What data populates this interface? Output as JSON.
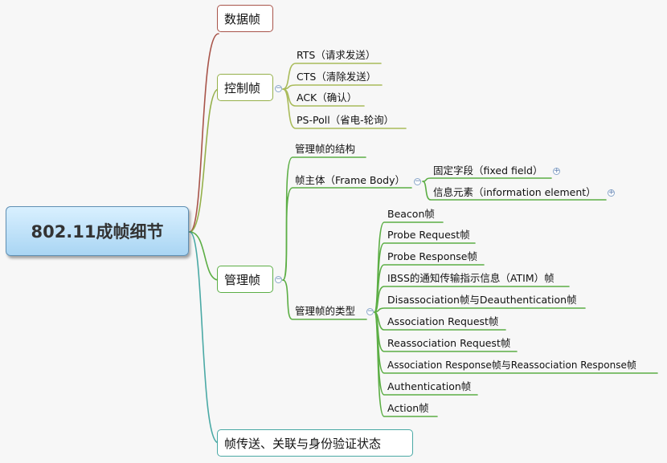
{
  "root": {
    "title": "802.11成帧细节"
  },
  "branches": {
    "data_frames": {
      "label": "数据帧",
      "color": "#a8544a"
    },
    "control_frames": {
      "label": "控制帧",
      "color": "#95b04a",
      "items": [
        "RTS（请求发送）",
        "CTS（清除发送）",
        "ACK（确认）",
        "PS-Poll（省电-轮询）"
      ]
    },
    "management_frames": {
      "label": "管理帧",
      "color": "#5cae45",
      "structure": "管理帧的结构",
      "frame_body": {
        "label": "帧主体（Frame Body）",
        "items": [
          "固定字段（fixed field）",
          "信息元素（information element）"
        ]
      },
      "types": {
        "label": "管理帧的类型",
        "items": [
          "Beacon帧",
          "Probe Request帧",
          "Probe Response帧",
          "IBSS的通知传输指示信息（ATIM）帧",
          "Disassociation帧与Deauthentication帧",
          "Association Request帧",
          "Reassociation Request帧",
          "Association Response帧与Reassociation Response帧",
          "Authentication帧",
          "Action帧"
        ]
      }
    },
    "transfer_frames": {
      "label": "帧传送、关联与身份验证状态",
      "color": "#4aa9a5"
    }
  },
  "toggles": {
    "collapse": "−",
    "expand": "+"
  }
}
